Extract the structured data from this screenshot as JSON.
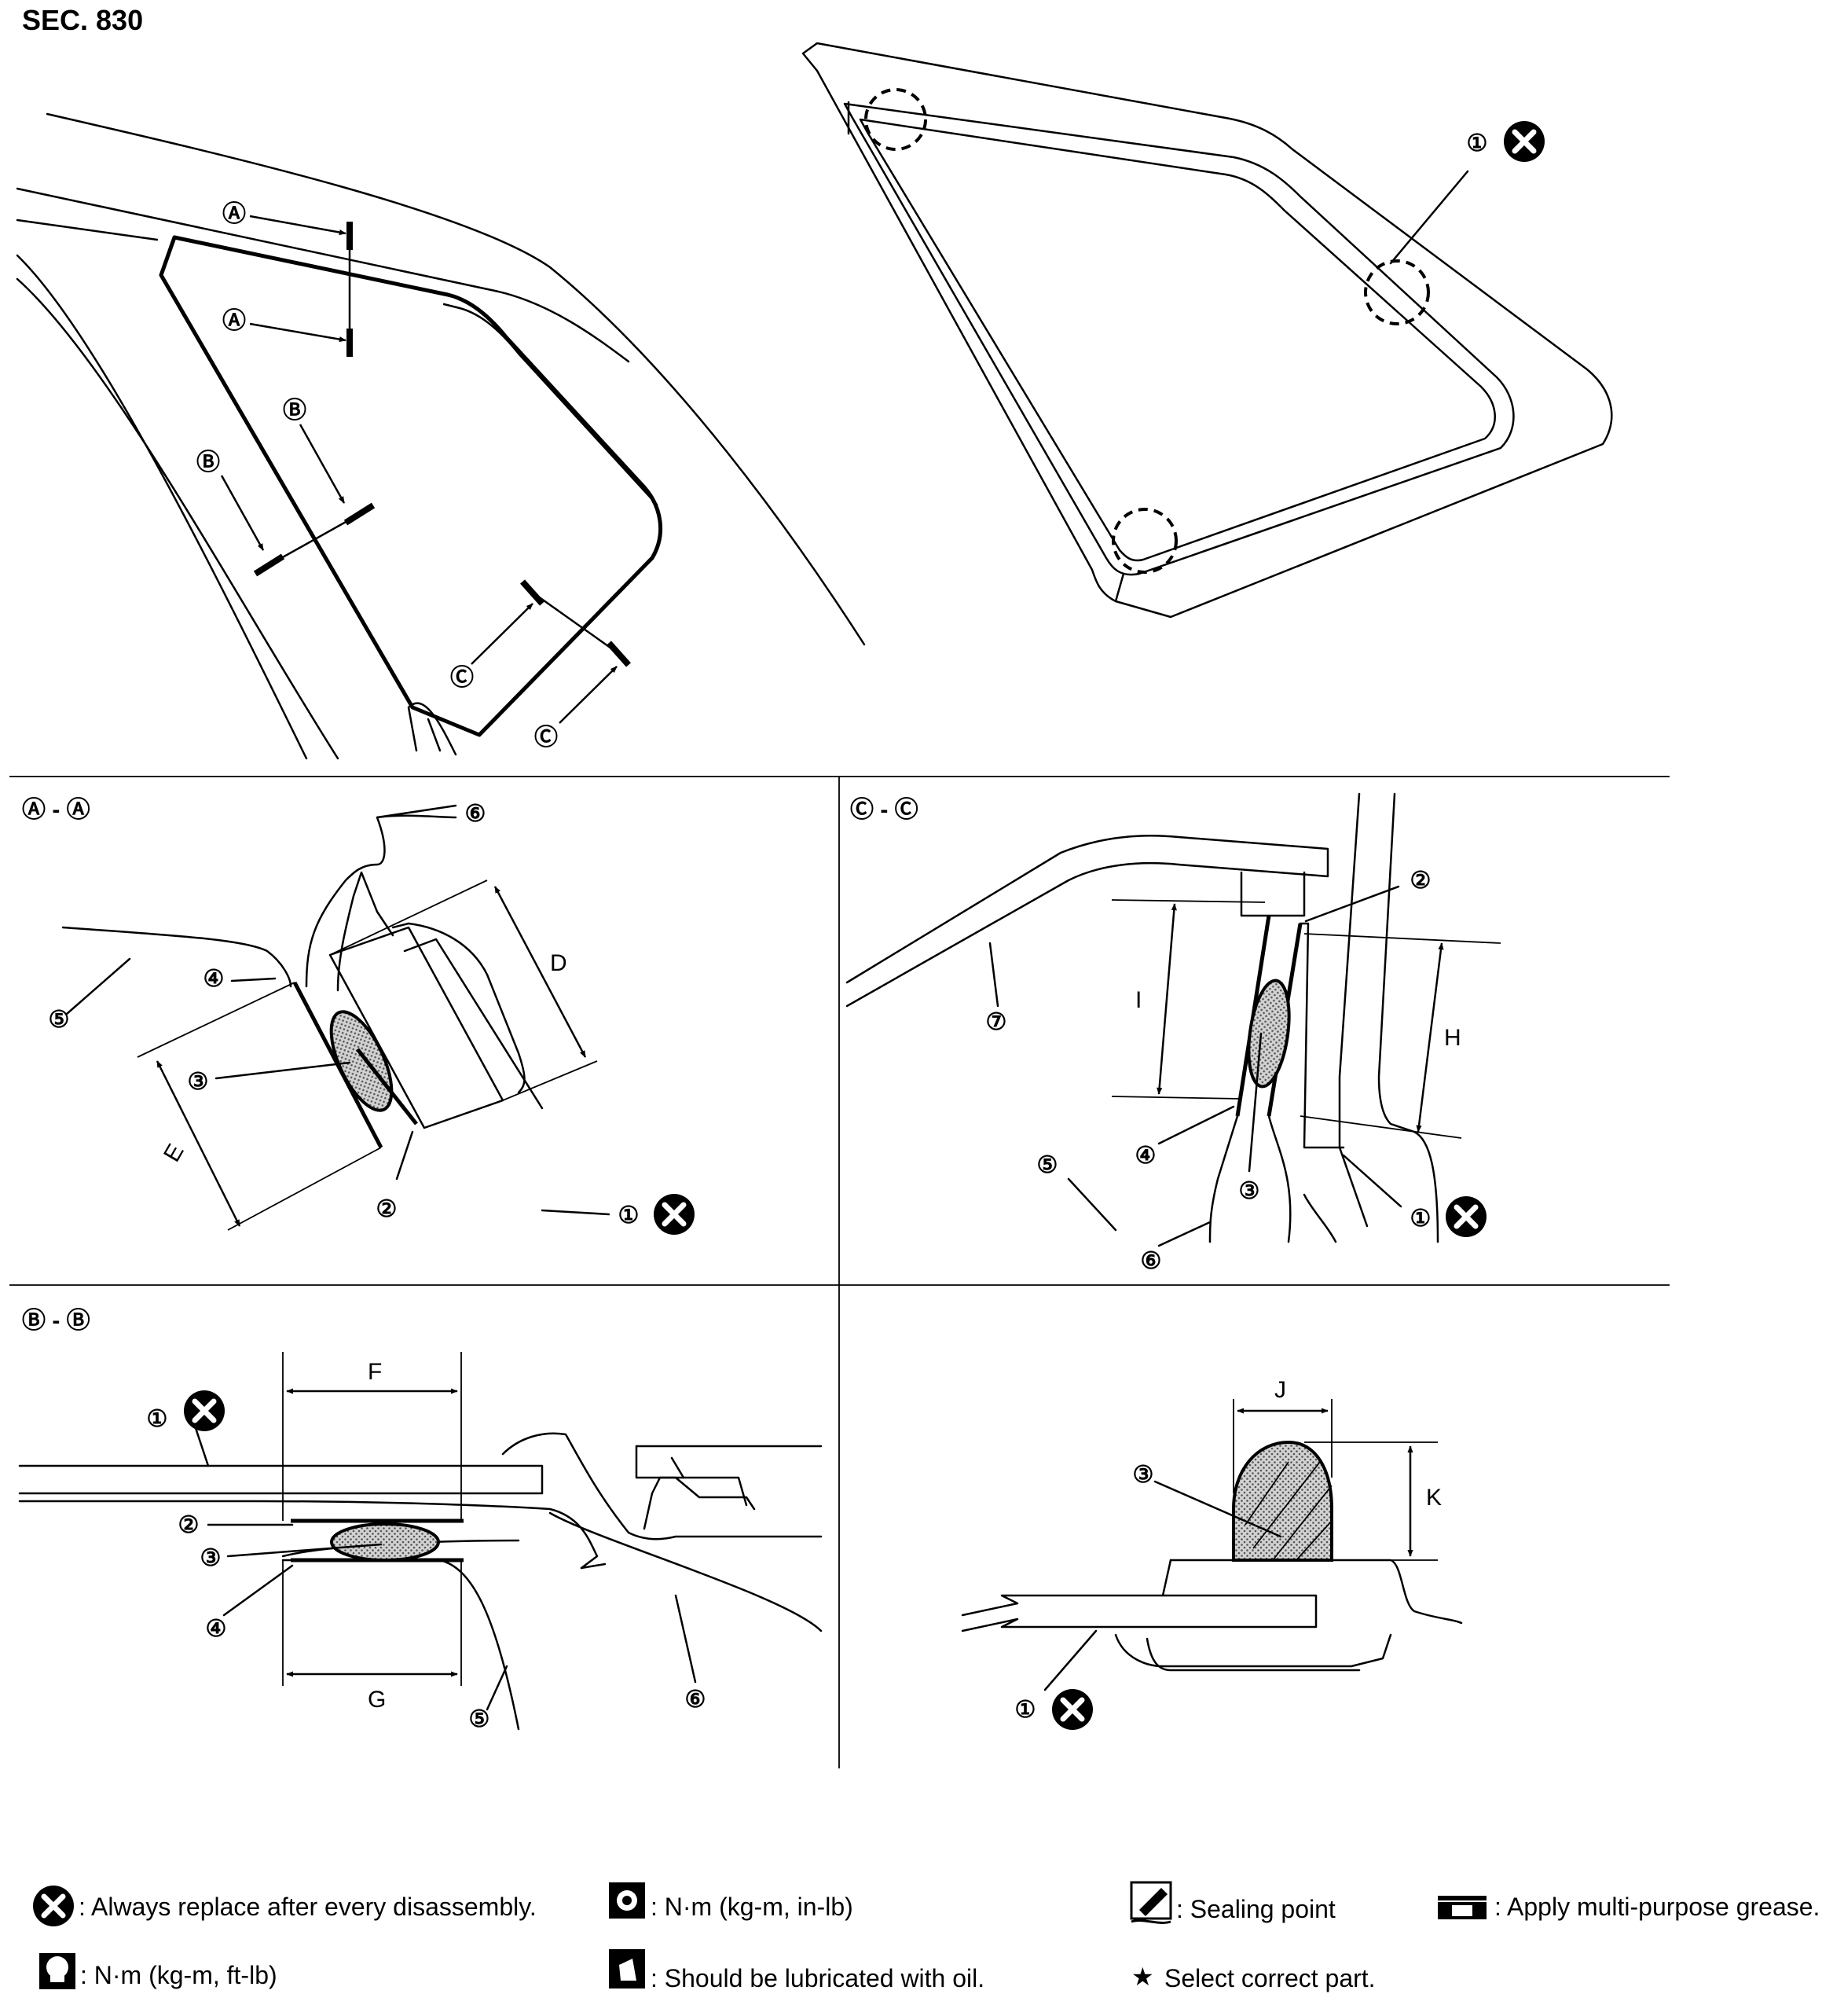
{
  "section": "SEC. 830",
  "views": {
    "aa": "Ⓐ - Ⓐ",
    "bb": "Ⓑ - Ⓑ",
    "cc": "Ⓒ - Ⓒ"
  },
  "markers": {
    "a": "Ⓐ",
    "b": "Ⓑ",
    "c": "Ⓒ"
  },
  "parts": {
    "p1": "①",
    "p2": "②",
    "p3": "③",
    "p4": "④",
    "p5": "⑤",
    "p6": "⑥",
    "p7": "⑦"
  },
  "dimensions": {
    "d": "D",
    "e": "E",
    "f": "F",
    "g": "G",
    "h": "H",
    "i": "I",
    "j": "J",
    "k": "K"
  },
  "legend": {
    "replace": ": Always replace after every disassembly.",
    "torque_in_lb": ": N·m (kg-m, in-lb)",
    "sealing": ": Sealing point",
    "grease": ": Apply multi-purpose grease.",
    "torque_ft_lb": ": N·m (kg-m, ft-lb)",
    "oil": ": Should be lubricated with oil.",
    "star": "★",
    "select_part": "Select correct part."
  },
  "icons": {
    "replace": "x-circle-icon",
    "torque": "torque-wrench-icon",
    "sealing": "sealing-gun-icon",
    "grease": "grease-gun-icon",
    "oil": "oil-can-icon"
  },
  "colors": {
    "ink": "#000000",
    "paper": "#ffffff"
  }
}
